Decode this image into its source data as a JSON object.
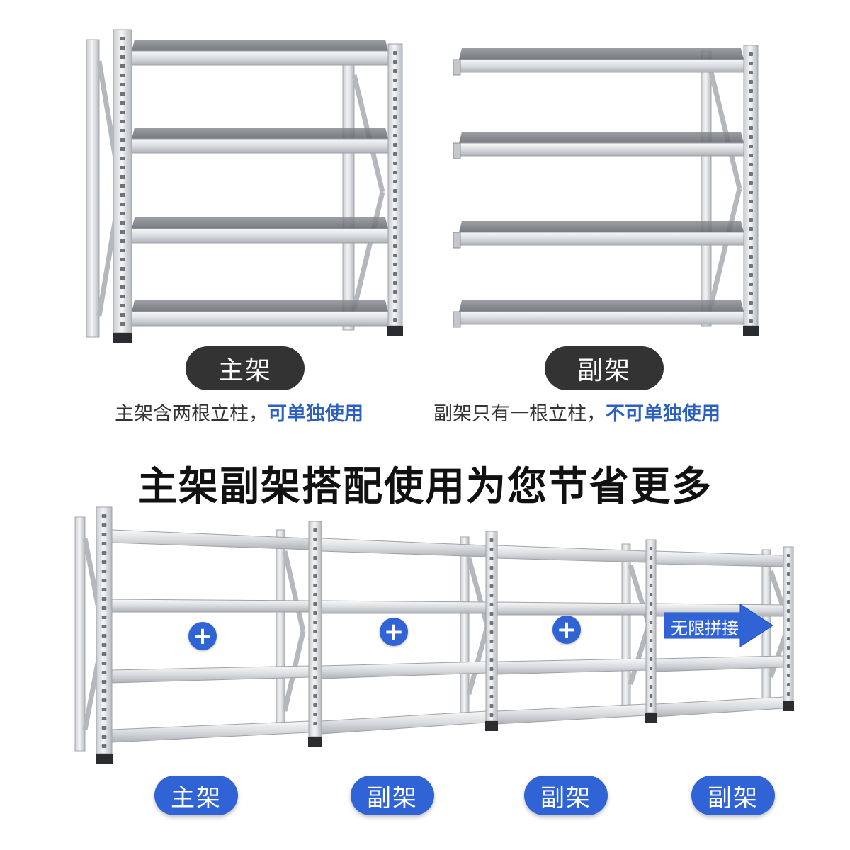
{
  "top": {
    "main_label": "主架",
    "sub_label": "副架",
    "main_desc_prefix": "主架含两根立柱，",
    "main_desc_highlight": "可单独使用",
    "sub_desc_prefix": "副架只有一根立柱，",
    "sub_desc_highlight": "不可单独使用"
  },
  "headline": "主架副架搭配使用为您节省更多",
  "bottom": {
    "labels": [
      "主架",
      "副架",
      "副架",
      "副架"
    ],
    "plus_symbol": "+",
    "arrow_text": "无限拼接"
  },
  "colors": {
    "accent_blue": "#2f63d6",
    "dark_pill": "#333333",
    "highlight_text": "#2b5fc0"
  }
}
